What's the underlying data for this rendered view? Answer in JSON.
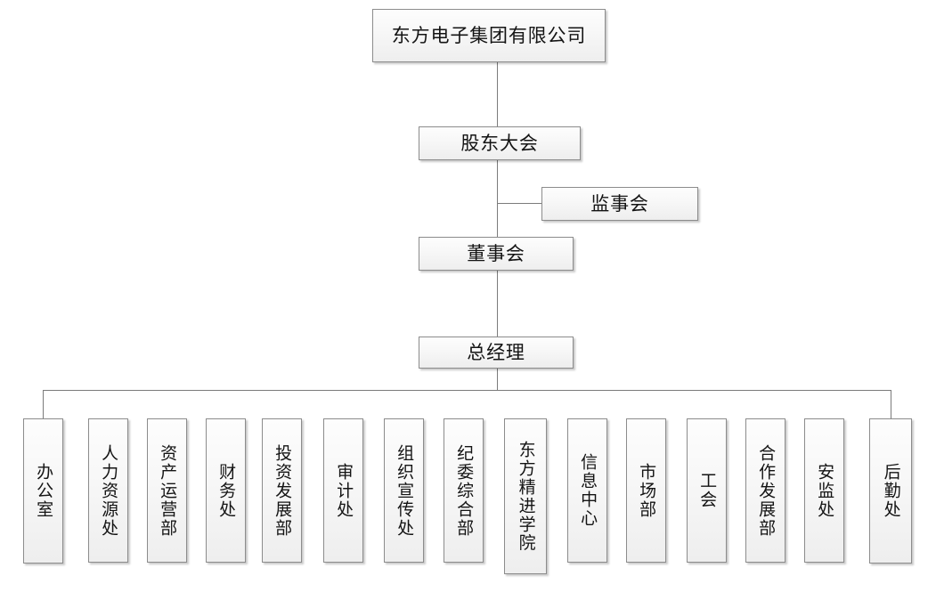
{
  "chart_data": {
    "type": "diagram",
    "diagram_kind": "organizational-chart",
    "title": "东方电子集团有限公司",
    "orientation": "top-down",
    "levels": 5,
    "nodes": [
      {
        "id": "company",
        "label": "东方电子集团有限公司",
        "level": 0,
        "text_direction": "horizontal"
      },
      {
        "id": "shareholders",
        "label": "股东大会",
        "level": 1,
        "text_direction": "horizontal"
      },
      {
        "id": "supervisors",
        "label": "监事会",
        "level": 2,
        "text_direction": "horizontal",
        "branch": "right"
      },
      {
        "id": "directors",
        "label": "董事会",
        "level": 2,
        "text_direction": "horizontal"
      },
      {
        "id": "gm",
        "label": "总经理",
        "level": 3,
        "text_direction": "horizontal"
      }
    ],
    "edges": [
      {
        "from": "company",
        "to": "shareholders"
      },
      {
        "from": "shareholders",
        "to": "supervisors"
      },
      {
        "from": "shareholders",
        "to": "directors"
      },
      {
        "from": "directors",
        "to": "gm"
      },
      {
        "from": "gm",
        "to": "departments"
      }
    ],
    "departments": [
      "办公室",
      "人力资源处",
      "资产运营部",
      "财务处",
      "投资发展部",
      "审计处",
      "组织宣传处",
      "纪委综合部",
      "东方精进学院",
      "信息中心",
      "市场部",
      "工会",
      "合作发展部",
      "安监处",
      "后勤处"
    ],
    "department_count": 15,
    "colors": {
      "box_border": "#8c8c8c",
      "box_fill_top": "#fdfdfd",
      "box_fill_bottom": "#eeeeee",
      "connector": "#7b7b7b",
      "text": "#141414",
      "background": "#ffffff"
    }
  },
  "top": {
    "company": "东方电子集团有限公司"
  },
  "governance": {
    "shareholders_meeting": "股东大会",
    "board_of_supervisors": "监事会",
    "board_of_directors": "董事会",
    "general_manager": "总经理"
  },
  "departments": [
    {
      "name": "办公室"
    },
    {
      "name": "人力资源处"
    },
    {
      "name": "资产运营部"
    },
    {
      "name": "财务处"
    },
    {
      "name": "投资发展部"
    },
    {
      "name": "审计处"
    },
    {
      "name": "组织宣传处"
    },
    {
      "name": "纪委综合部"
    },
    {
      "name": "东方精进学院"
    },
    {
      "name": "信息中心"
    },
    {
      "name": "市场部"
    },
    {
      "name": "工会"
    },
    {
      "name": "合作发展部"
    },
    {
      "name": "安监处"
    },
    {
      "name": "后勤处"
    }
  ]
}
